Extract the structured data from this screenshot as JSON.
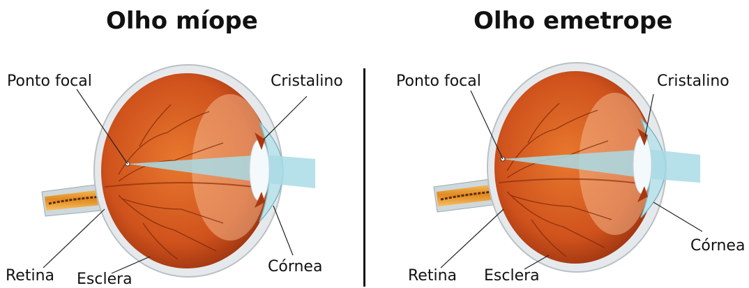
{
  "panels": [
    {
      "title": "Olho míope",
      "labels": {
        "focal_point": "Ponto focal",
        "lens": "Cristalino",
        "cornea": "Córnea",
        "retina": "Retina",
        "sclera": "Esclera"
      }
    },
    {
      "title": "Olho emetrope",
      "labels": {
        "focal_point": "Ponto focal",
        "lens": "Cristalino",
        "cornea": "Córnea",
        "retina": "Retina",
        "sclera": "Esclera"
      }
    }
  ],
  "colors": {
    "eyeball": "#d2561f",
    "eyeball_dark": "#a8380f",
    "eyeball_light": "#f0a060",
    "light_beam": "#a9dbe6",
    "cornea": "#bfe3ea",
    "lens": "#f4f9fb",
    "optic_nerve": "#f0a030"
  }
}
